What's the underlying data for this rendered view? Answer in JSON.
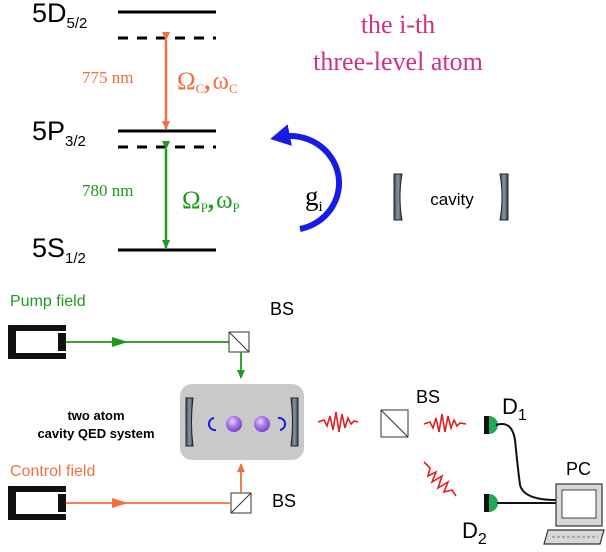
{
  "colors": {
    "green": "#1e9a1e",
    "orange": "#f07040",
    "magenta": "#d0308a",
    "blue": "#1a1ae6",
    "red": "#e02020",
    "detector": "#1faa55",
    "atom": "#a070e0"
  },
  "levels": {
    "d": {
      "main": "5D",
      "sub": "5/2"
    },
    "p": {
      "main": "5P",
      "sub": "3/2"
    },
    "s": {
      "main": "5S",
      "sub": "1/2"
    }
  },
  "wavelengths": {
    "upper": "775 nm",
    "lower": "780 nm"
  },
  "fields": {
    "control": {
      "omega": "Ω",
      "sub": "C",
      "comma": ",",
      "w": "ω",
      "wsub": "C"
    },
    "pump": {
      "omega": "Ω",
      "sub": "P",
      "comma": ",",
      "w": "ω",
      "wsub": "P"
    }
  },
  "coupling": {
    "g": "g",
    "sub": "i"
  },
  "atom_title": {
    "line1": "the i-th",
    "line2": "three-level atom"
  },
  "cavity_label": "cavity",
  "setup": {
    "pump_field": "Pump field",
    "control_field": "Control field",
    "bs": "BS",
    "system_line1": "two atom",
    "system_line2": "cavity QED system",
    "pc": "PC",
    "d1": {
      "main": "D",
      "sub": "1"
    },
    "d2": {
      "main": "D",
      "sub": "2"
    }
  },
  "icons": [
    "laser-icon",
    "beam-splitter-icon",
    "mirror-icon",
    "atom-icon",
    "photon-wavepacket-icon",
    "detector-icon",
    "computer-icon"
  ]
}
